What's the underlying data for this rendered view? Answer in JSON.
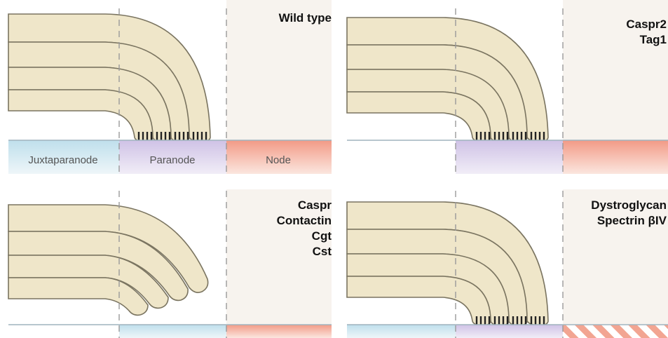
{
  "panels": [
    {
      "id": "wild-type",
      "labels": [
        "Wild type"
      ],
      "paranode_contacts": true,
      "myelin_state": "attached",
      "axon_zones": [
        "juxtaparanode",
        "paranode",
        "node"
      ],
      "node_style": "solid"
    },
    {
      "id": "caspr2-tag1",
      "labels": [
        "Caspr2",
        "Tag1"
      ],
      "paranode_contacts": true,
      "myelin_state": "attached",
      "axon_zones": [
        "paranode",
        "node"
      ],
      "node_style": "solid"
    },
    {
      "id": "caspr-contactin-cgt-cst",
      "labels": [
        "Caspr",
        "Contactin",
        "Cgt",
        "Cst"
      ],
      "paranode_contacts": false,
      "myelin_state": "detached",
      "axon_zones": [
        "paranode-juxta-mixed",
        "node"
      ],
      "node_style": "solid"
    },
    {
      "id": "dystroglycan-spectrin",
      "labels": [
        "Dystroglycan",
        "Spectrin βIV"
      ],
      "paranode_contacts": true,
      "myelin_state": "attached",
      "axon_zones": [
        "juxtaparanode",
        "paranode",
        "node"
      ],
      "node_style": "striped"
    }
  ],
  "zones": {
    "juxtaparanode": "Juxtaparanode",
    "paranode": "Paranode",
    "node": "Node"
  },
  "colors": {
    "juxtaparanode": "#c9e3ee",
    "paranode": "#d9cfe8",
    "node": "#f2a592",
    "myelin_fill": "#efe6c9",
    "myelin_stroke": "#7a7460",
    "node_background": "#f7f3ee",
    "divider": "#9a9a9a"
  }
}
